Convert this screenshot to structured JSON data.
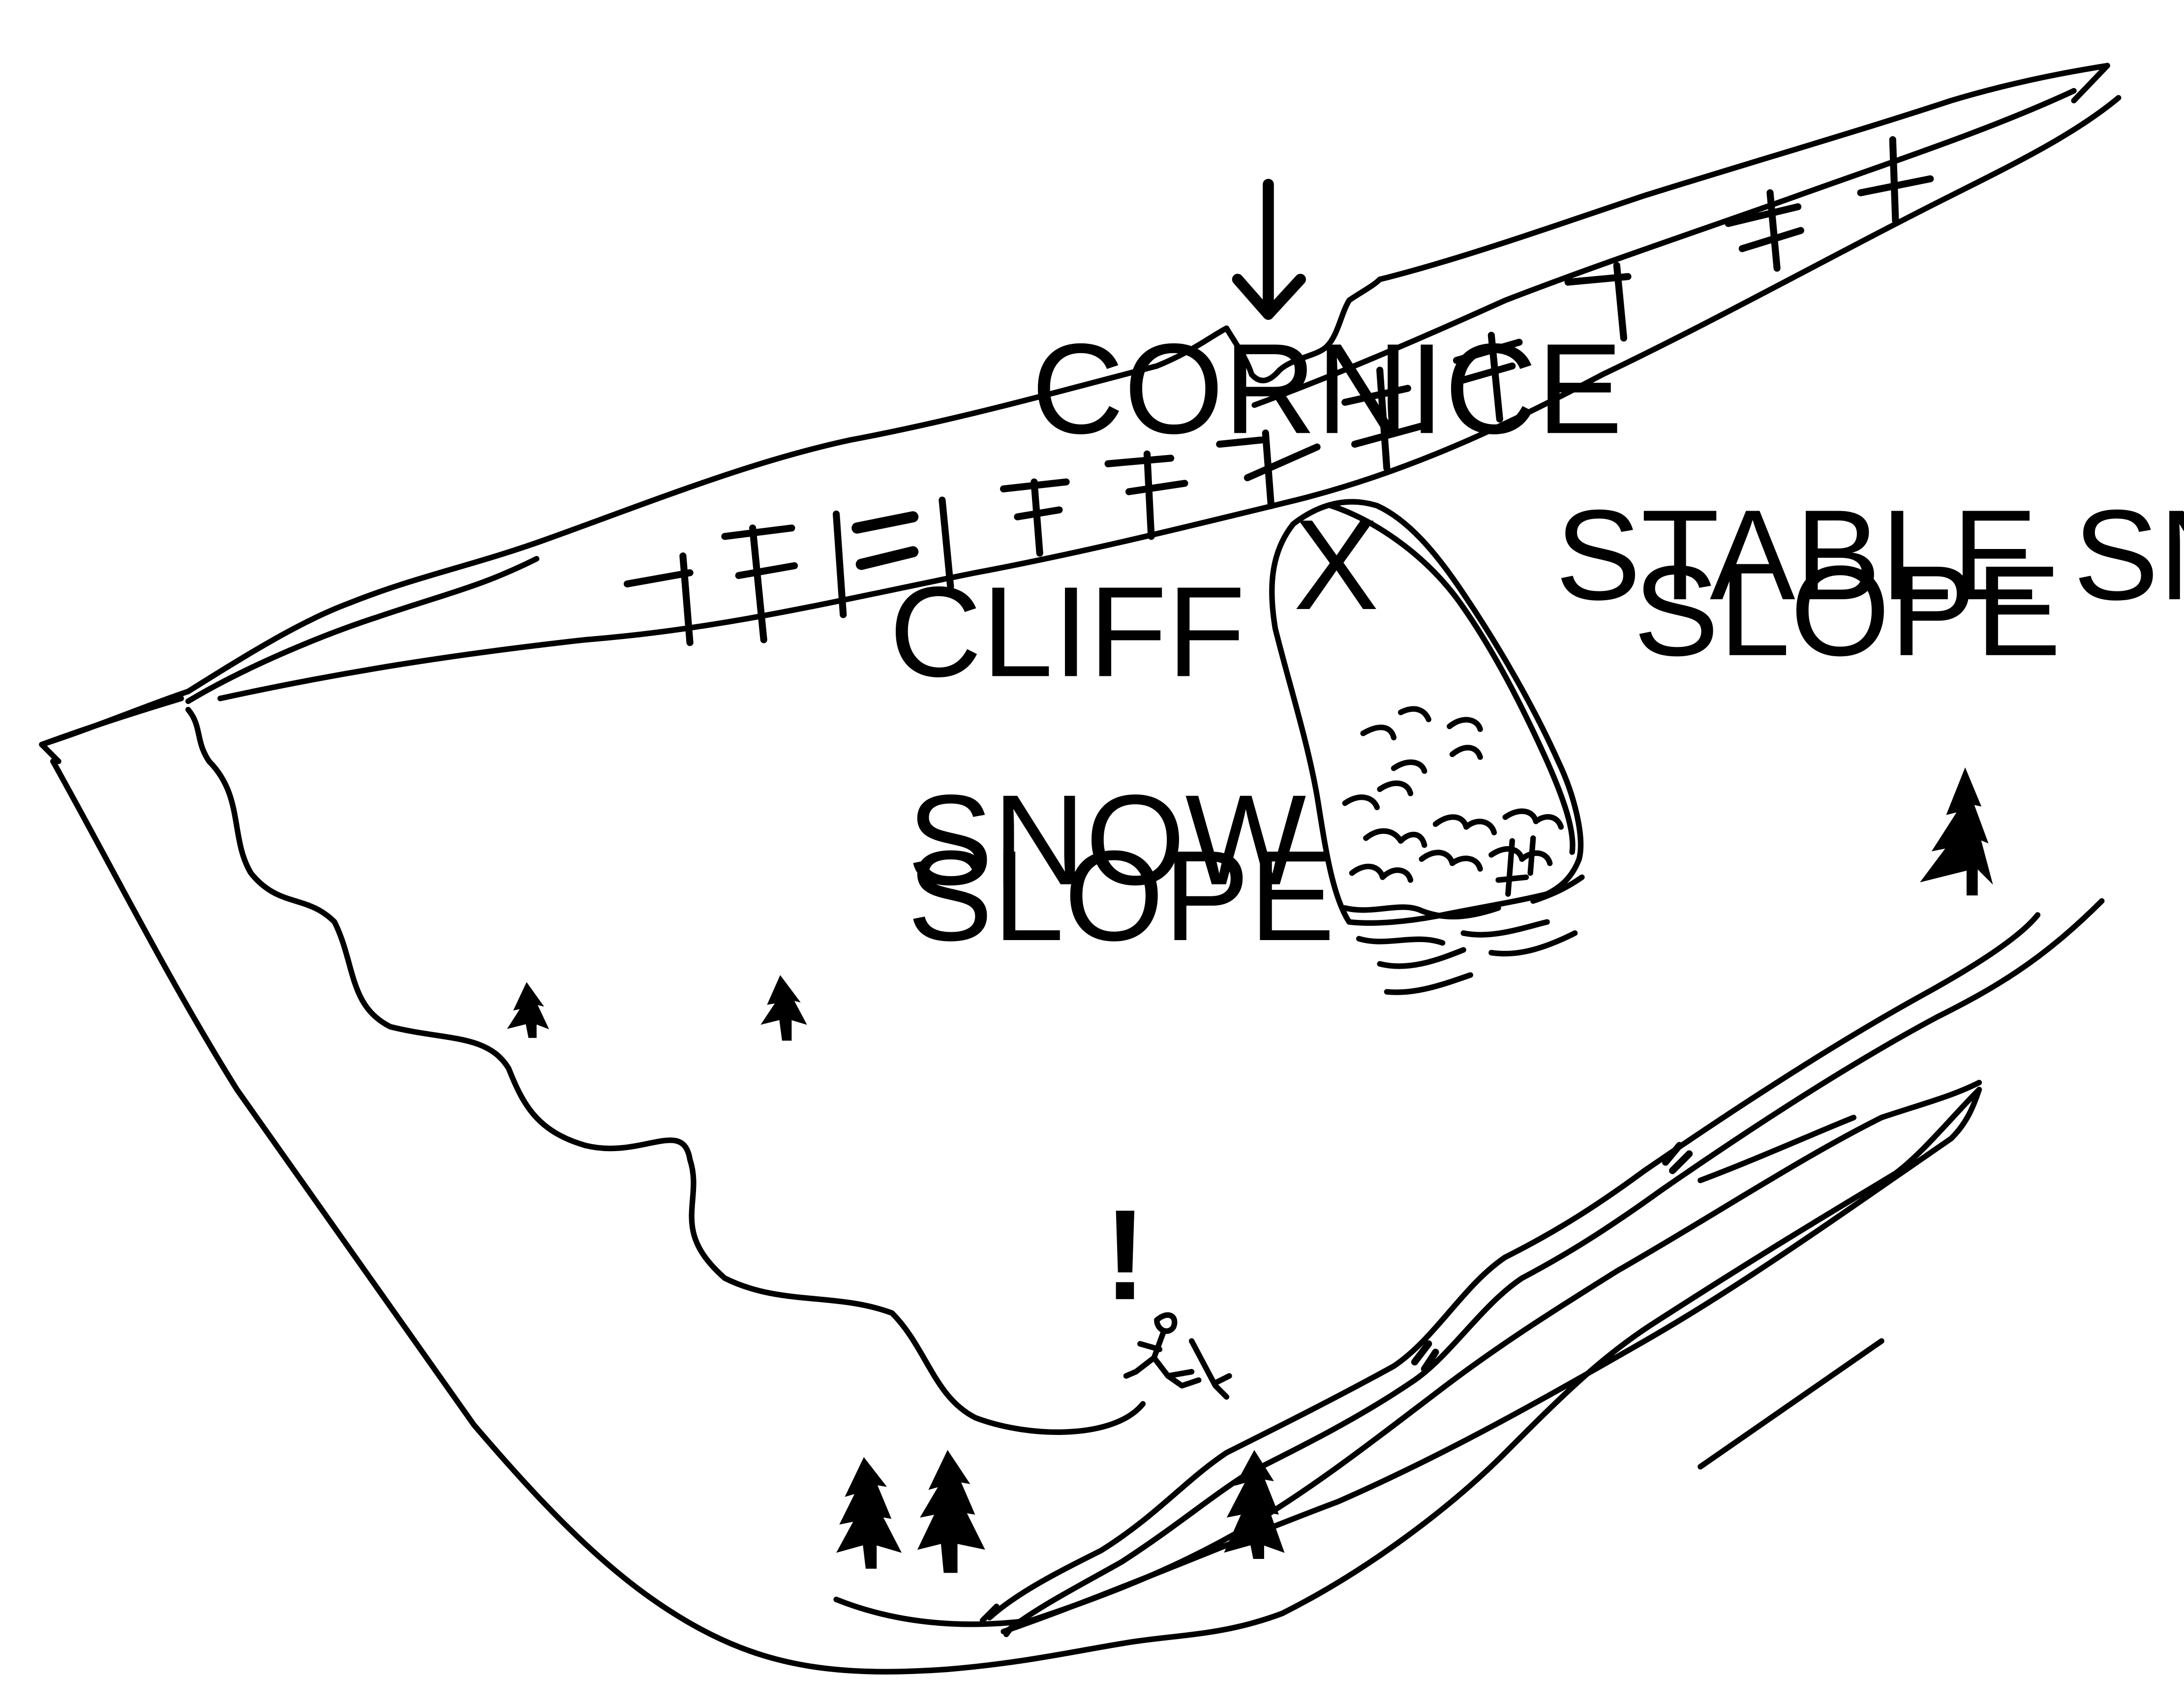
{
  "labels": {
    "cornice": "CORNICE",
    "cliff": "CLIFF",
    "snow_slope_line1": "SNOW",
    "snow_slope_line2": "SLOPE",
    "stable_line1": "STABLE SNOW /",
    "stable_line2": "SLOPE",
    "x_marker": "X",
    "exclamation": "!"
  },
  "icons": {
    "arrow": "down-arrow-icon",
    "tree": "pine-tree-icon",
    "person": "stick-figure-icon",
    "boulder": "rock-icon"
  },
  "colors": {
    "ink": "#000000",
    "paper": "#ffffff"
  }
}
